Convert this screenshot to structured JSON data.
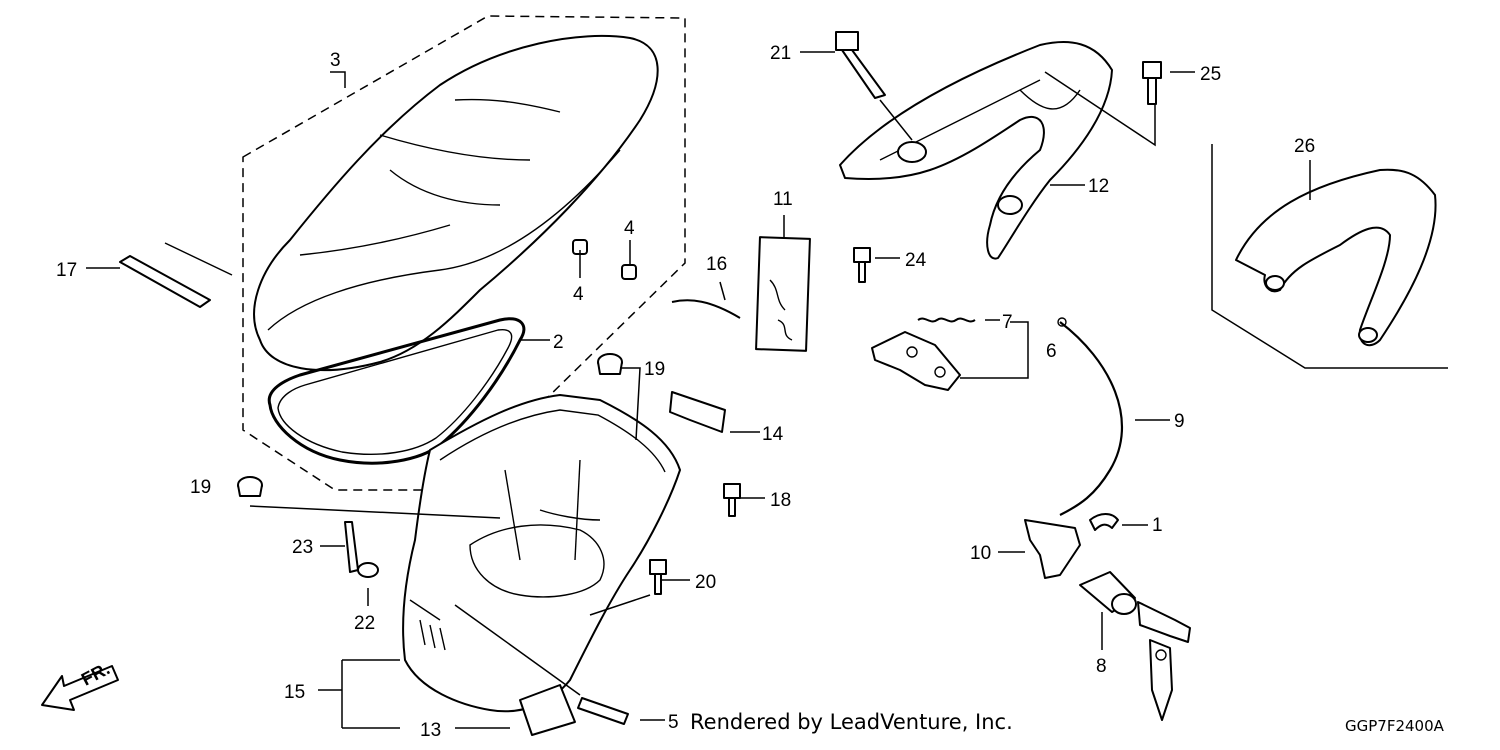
{
  "credit": "Rendered by LeadVenture, Inc.",
  "diagram_code": "GGP7F2400A",
  "direction_label": "FR.",
  "callouts": [
    "1",
    "2",
    "3",
    "4",
    "4",
    "5",
    "6",
    "7",
    "8",
    "9",
    "10",
    "11",
    "12",
    "13",
    "14",
    "15",
    "16",
    "17",
    "18",
    "19",
    "19",
    "20",
    "21",
    "22",
    "23",
    "24",
    "25",
    "26"
  ]
}
